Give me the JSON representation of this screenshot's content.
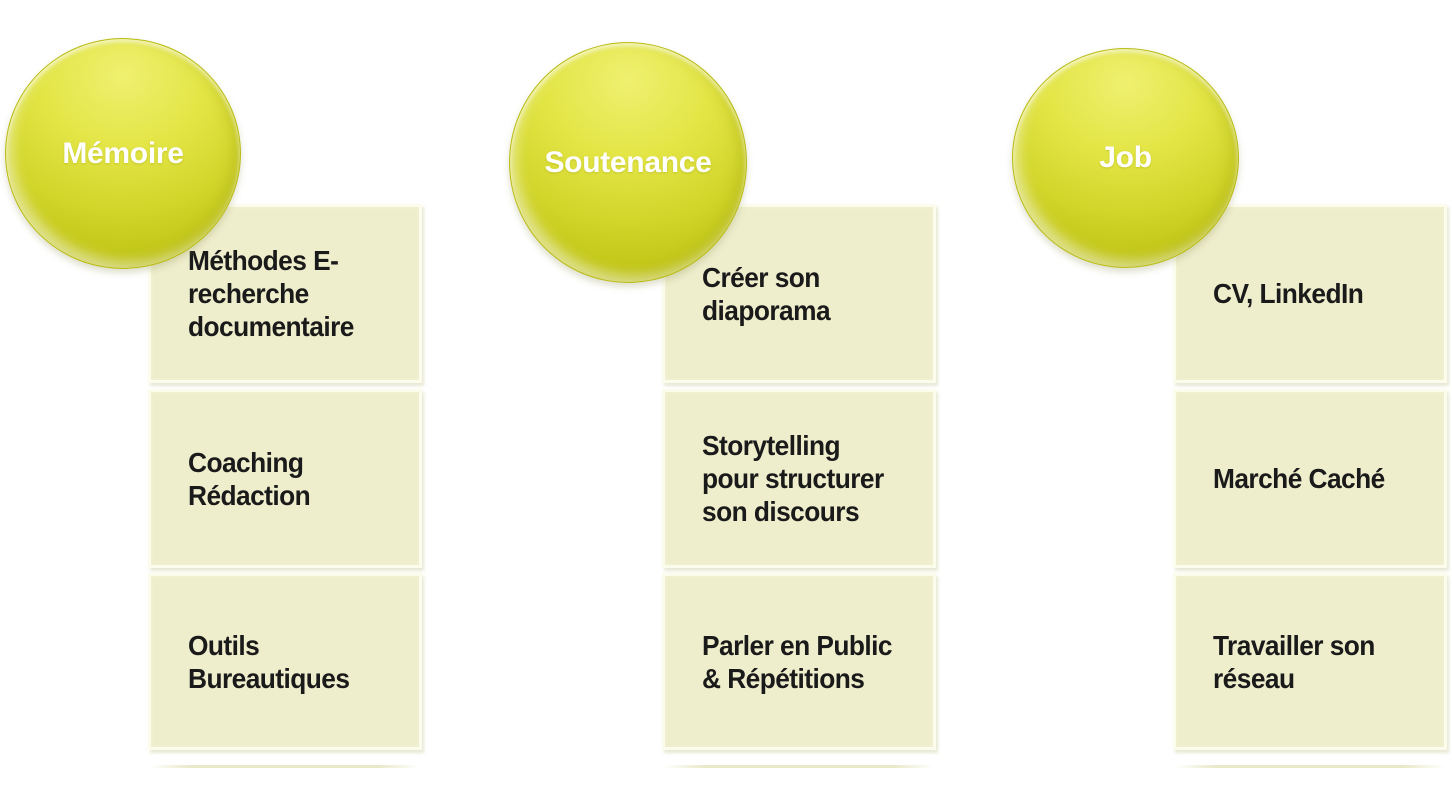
{
  "colors": {
    "background": "#ffffff",
    "box_fill": "#eeeecd",
    "box_border": "#f7f7e4",
    "box_text": "#1a1a1a",
    "bubble_top": "#eff070",
    "bubble_mid": "#d2d52a",
    "bubble_bottom": "#b3b70c",
    "bubble_text": "#ffffff"
  },
  "diagram": {
    "columns": [
      {
        "title": "Mémoire",
        "items": [
          {
            "text": "Méthodes E-\nrecherche\ndocumentaire"
          },
          {
            "text": "Coaching\nRédaction"
          },
          {
            "text": "Outils\nBureautiques"
          }
        ]
      },
      {
        "title": "Soutenance",
        "items": [
          {
            "text": "Créer son\ndiaporama"
          },
          {
            "text": "Storytelling\npour structurer\nson discours"
          },
          {
            "text": "Parler en Public\n& Répétitions"
          }
        ]
      },
      {
        "title": "Job",
        "items": [
          {
            "text": "CV, LinkedIn"
          },
          {
            "text": "Marché Caché"
          },
          {
            "text": "Travailler son\nréseau"
          }
        ]
      }
    ]
  }
}
